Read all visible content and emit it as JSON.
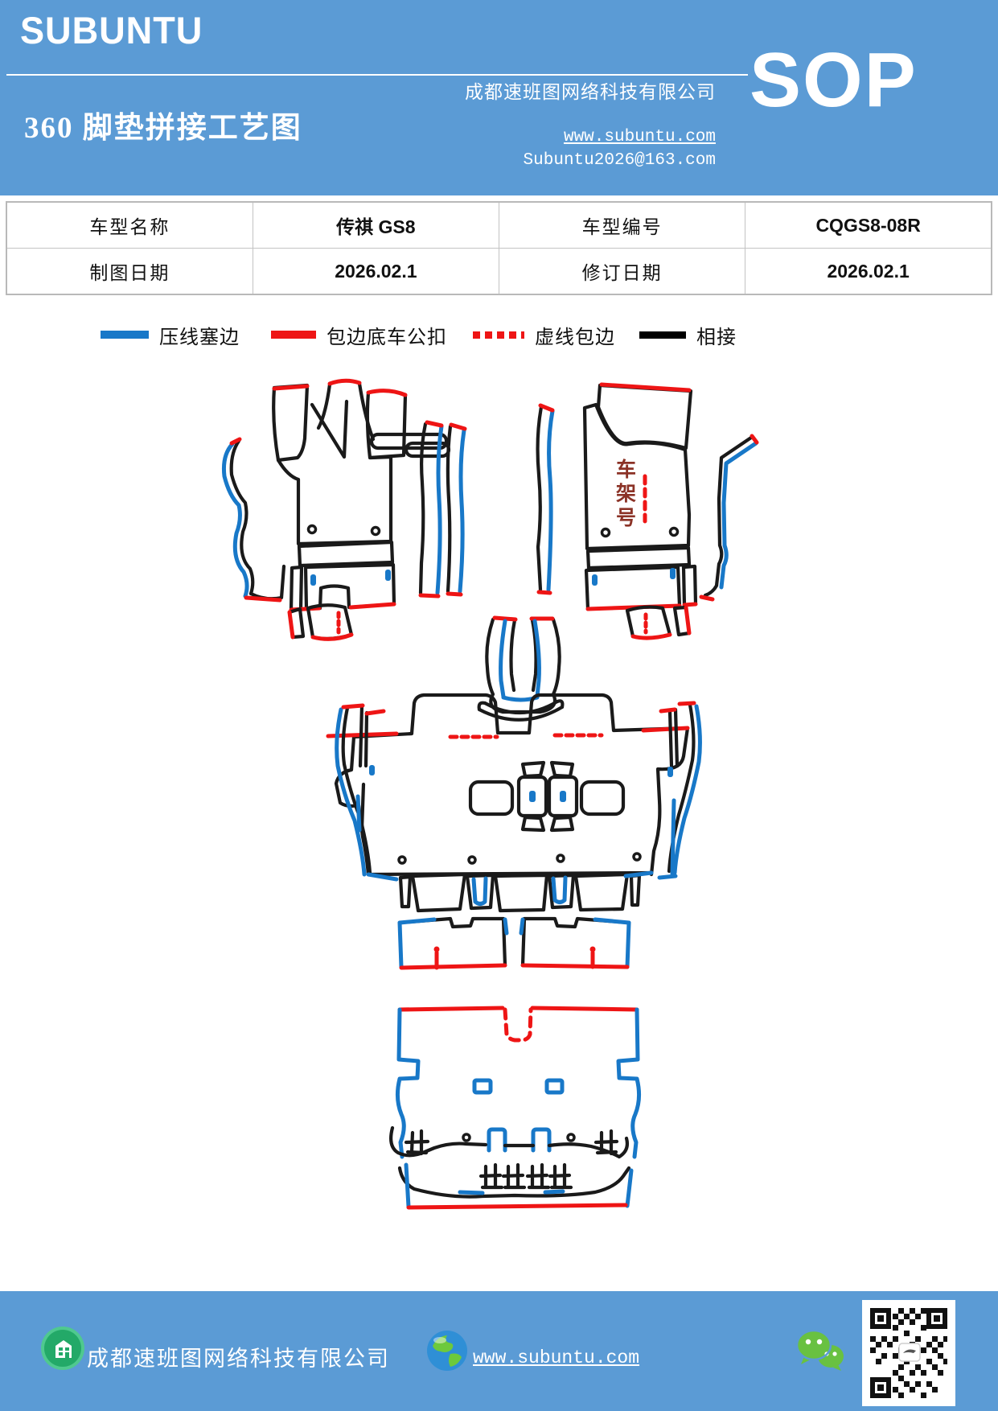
{
  "colors": {
    "accent": "#5b9bd5",
    "outline": "#1a1a1a",
    "line-blue": "#1878c8",
    "line-red": "#ee1515",
    "frame-text": "#8b3226",
    "table-border": "#c3c3c3",
    "wechat-green": "#69c141",
    "icon-green": "#2db46e",
    "globe-blue": "#2f8fd6",
    "qr-black": "#111111"
  },
  "header": {
    "logo": "SUBUNTU",
    "title": "360 脚垫拼接工艺图",
    "company": "成都速班图网络科技有限公司",
    "website": "www.subuntu.com",
    "email": "Subuntu2026@163.com",
    "badge": "SOP"
  },
  "info_table": {
    "rows": [
      {
        "c1": "车型名称",
        "c2": "传祺 GS8",
        "c3": "车型编号",
        "c4": "CQGS8-08R"
      },
      {
        "c1": "制图日期",
        "c2": "2026.02.1",
        "c3": "修订日期",
        "c4": "2026.02.1"
      }
    ]
  },
  "legend": {
    "items": [
      {
        "label": "压线塞边",
        "color": "#1878c8",
        "style": "solid",
        "swatch_css": "background:#1878c8;width:60px;height:10px"
      },
      {
        "label": "包边底车公扣",
        "color": "#ee1515",
        "style": "solid",
        "swatch_css": "background:#ee1515;width:56px;height:10px"
      },
      {
        "label": "虚线包边",
        "color": "#ee1515",
        "style": "dotted",
        "swatch_css": "background:repeating-linear-gradient(90deg,#ee1515 0 9px,rgba(0,0,0,0) 9px 15px);width:64px;height:9px"
      },
      {
        "label": "相接",
        "color": "#000000",
        "style": "solid",
        "swatch_css": "background:#000000;width:58px;height:9px"
      }
    ]
  },
  "diagram": {
    "frame_number_label": "车架号"
  },
  "footer": {
    "company": "成都速班图网络科技有限公司",
    "website": "www.subuntu.com"
  }
}
